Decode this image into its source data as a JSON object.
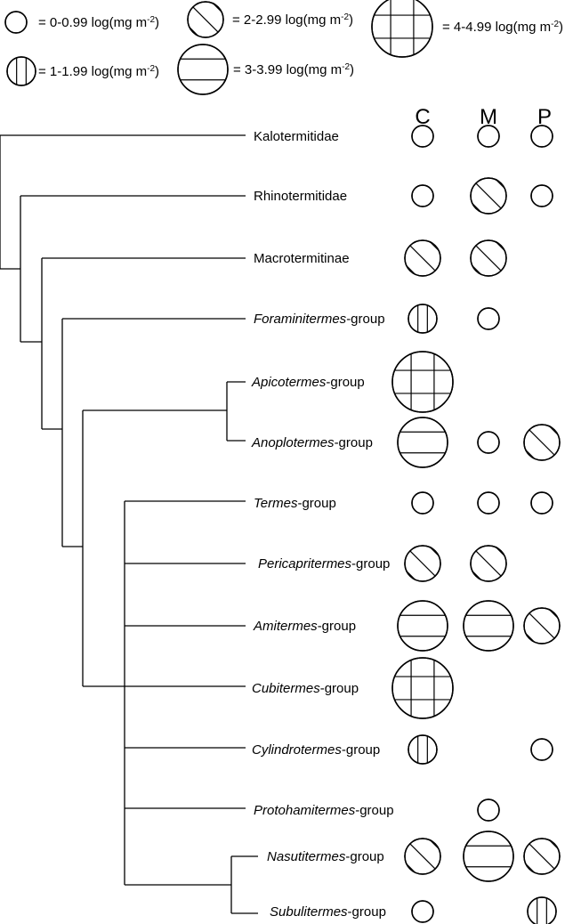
{
  "legend": [
    {
      "level": 0,
      "label": "= 0-0.99 log(mg m",
      "sup": "-2",
      "close": ")"
    },
    {
      "level": 1,
      "label": "= 1-1.99 log(mg m",
      "sup": "-2",
      "close": ")"
    },
    {
      "level": 2,
      "label": "= 2-2.99 log(mg m",
      "sup": "-2",
      "close": ")"
    },
    {
      "level": 3,
      "label": "= 3-3.99 log(mg m",
      "sup": "-2",
      "close": ")"
    },
    {
      "level": 4,
      "label": "= 4-4.99 log(mg m",
      "sup": "-2",
      "close": ")"
    }
  ],
  "columns": [
    "C",
    "M",
    "P"
  ],
  "taxa": [
    {
      "id": "kalotermitidae",
      "parts": [
        {
          "t": "Kalotermitidae",
          "i": false
        }
      ],
      "values": [
        0,
        0,
        0
      ]
    },
    {
      "id": "rhinotermitidae",
      "parts": [
        {
          "t": "Rhinotermitidae",
          "i": false
        }
      ],
      "values": [
        0,
        2,
        0
      ]
    },
    {
      "id": "macrotermitinae",
      "parts": [
        {
          "t": "Macrotermitinae",
          "i": false
        }
      ],
      "values": [
        2,
        2,
        null
      ]
    },
    {
      "id": "foraminitermes",
      "parts": [
        {
          "t": "Foraminitermes",
          "i": true
        },
        {
          "t": "-group",
          "i": false
        }
      ],
      "values": [
        1,
        0,
        null
      ]
    },
    {
      "id": "apicotermes",
      "parts": [
        {
          "t": "Apicotermes",
          "i": true
        },
        {
          "t": "-group",
          "i": false
        }
      ],
      "values": [
        4,
        null,
        null
      ]
    },
    {
      "id": "anoplotermes",
      "parts": [
        {
          "t": "Anoplotermes",
          "i": true
        },
        {
          "t": "-group",
          "i": false
        }
      ],
      "values": [
        3,
        0,
        2
      ]
    },
    {
      "id": "termes",
      "parts": [
        {
          "t": "Termes",
          "i": true
        },
        {
          "t": "-group",
          "i": false
        }
      ],
      "values": [
        0,
        0,
        0
      ]
    },
    {
      "id": "pericapritermes",
      "parts": [
        {
          "t": "Pericapritermes",
          "i": true
        },
        {
          "t": "-group",
          "i": false
        }
      ],
      "values": [
        2,
        2,
        null
      ]
    },
    {
      "id": "amitermes",
      "parts": [
        {
          "t": "Amitermes",
          "i": true
        },
        {
          "t": "-group",
          "i": false
        }
      ],
      "values": [
        3,
        3,
        2
      ]
    },
    {
      "id": "cubitermes",
      "parts": [
        {
          "t": "Cubitermes",
          "i": true
        },
        {
          "t": "-group",
          "i": false
        }
      ],
      "values": [
        4,
        null,
        null
      ]
    },
    {
      "id": "cylindrotermes",
      "parts": [
        {
          "t": "Cylindrotermes",
          "i": true
        },
        {
          "t": "-group",
          "i": false
        }
      ],
      "values": [
        1,
        null,
        0
      ]
    },
    {
      "id": "protohamitermes",
      "parts": [
        {
          "t": "Protohamitermes",
          "i": true
        },
        {
          "t": "-group",
          "i": false
        }
      ],
      "values": [
        null,
        0,
        null
      ]
    },
    {
      "id": "nasutitermes",
      "parts": [
        {
          "t": "Nasutitermes",
          "i": true
        },
        {
          "t": "-group",
          "i": false
        }
      ],
      "values": [
        2,
        3,
        2
      ]
    },
    {
      "id": "subulitermes",
      "parts": [
        {
          "t": "Subulitermes",
          "i": true
        },
        {
          "t": "-group",
          "i": false
        }
      ],
      "values": [
        0,
        null,
        1
      ]
    }
  ]
}
